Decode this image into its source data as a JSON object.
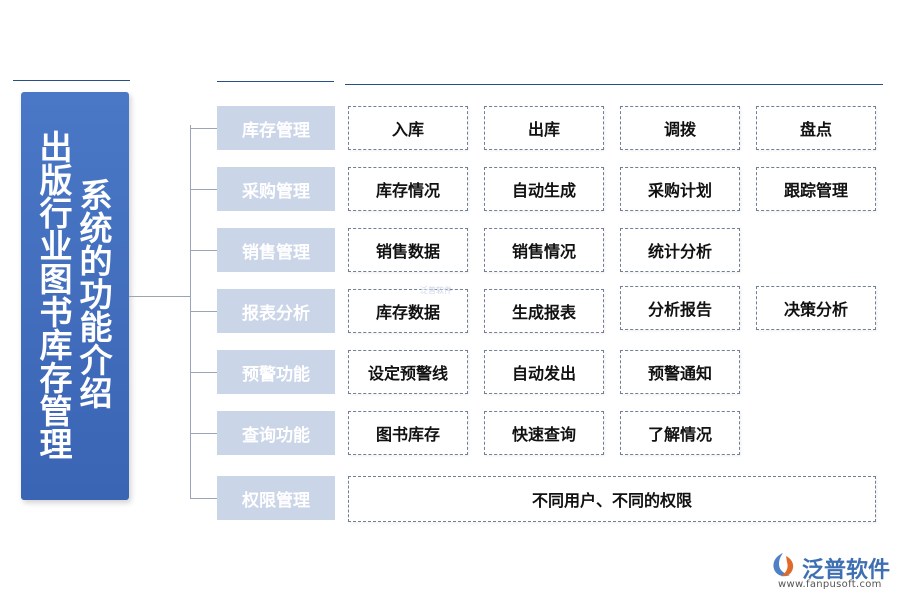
{
  "title": {
    "col1": "出版行业图书库存管理",
    "col2": "系统的功能介绍"
  },
  "rows": [
    {
      "label": "库存管理",
      "items": [
        "入库",
        "出库",
        "调拨",
        "盘点"
      ]
    },
    {
      "label": "采购管理",
      "items": [
        "库存情况",
        "自动生成",
        "采购计划",
        "跟踪管理"
      ]
    },
    {
      "label": "销售管理",
      "items": [
        "销售数据",
        "销售情况",
        "统计分析"
      ]
    },
    {
      "label": "报表分析",
      "items": [
        "库存数据",
        "生成报表",
        "分析报告",
        "决策分析"
      ]
    },
    {
      "label": "预警功能",
      "items": [
        "设定预警线",
        "自动发出",
        "预警通知"
      ]
    },
    {
      "label": "查询功能",
      "items": [
        "图书库存",
        "快速查询",
        "了解情况"
      ]
    },
    {
      "label": "权限管理",
      "items": [
        "不同用户、不同的权限"
      ]
    }
  ],
  "logo": {
    "name": "泛普软件",
    "url": "www.fanpusoft.com"
  },
  "colors": {
    "title_bg": "#3f6bbb",
    "category_bg": "#cbd5e8",
    "item_border": "#6f7f95",
    "line": "#2a4f82"
  }
}
